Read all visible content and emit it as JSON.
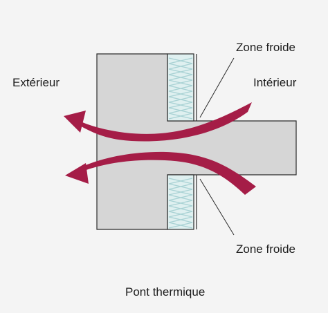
{
  "labels": {
    "exterior": "Extérieur",
    "interior": "Intérieur",
    "cold_zone_top": "Zone froide",
    "cold_zone_bottom": "Zone froide",
    "caption": "Pont thermique"
  },
  "colors": {
    "background": "#f4f4f4",
    "concrete_fill": "#d6d6d6",
    "outline": "#2a2a2a",
    "insulation_fill": "#dff0f0",
    "insulation_wave": "#a9d2d4",
    "heat_flow": "#a51d47"
  }
}
